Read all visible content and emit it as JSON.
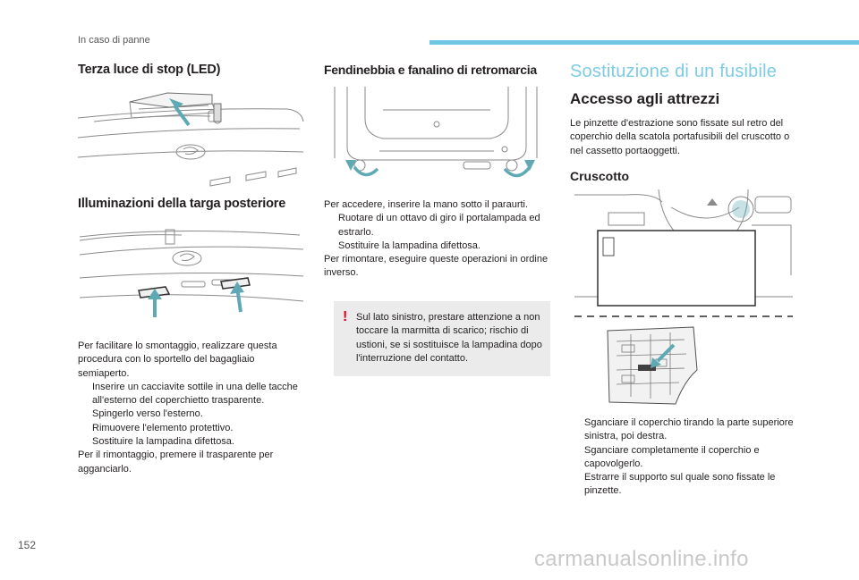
{
  "header": {
    "section": "In caso di panne"
  },
  "col1": {
    "title1": "Terza luce di stop (LED)",
    "title2": "Illuminazioni della targa posteriore",
    "steps": [
      {
        "type": "text",
        "text": "Per facilitare lo smontaggio, realizzare questa procedura con lo sportello del bagagliaio semiaperto."
      },
      {
        "type": "bullet",
        "mark": "",
        "text": "Inserire un cacciavite sottile in una delle tacche all'esterno del coperchietto trasparente."
      },
      {
        "type": "bullet",
        "mark": "",
        "text": "Spingerlo verso l'esterno."
      },
      {
        "type": "bullet",
        "mark": "",
        "text": "Rimuovere l'elemento protettivo."
      },
      {
        "type": "bullet",
        "mark": "",
        "text": "Sostituire la lampadina difettosa."
      },
      {
        "type": "text",
        "text": "Per il rimontaggio, premere il trasparente per agganciarlo."
      }
    ]
  },
  "col2": {
    "title": "Fendinebbia e fanalino di retromarcia",
    "steps": [
      {
        "type": "text",
        "text": "Per accedere, inserire la mano sotto il paraurti."
      },
      {
        "type": "bullet",
        "mark": "",
        "text": "Ruotare di un ottavo di giro il portalampada ed estrarlo."
      },
      {
        "type": "bullet",
        "mark": "",
        "text": "Sostituire la lampadina difettosa."
      },
      {
        "type": "text",
        "text": "Per rimontare, eseguire queste operazioni in ordine inverso."
      }
    ],
    "warning_mark": "!",
    "warning": "Sul lato sinistro, prestare attenzione a non toccare la marmitta di scarico; rischio di ustioni, se si sostituisce la lampadina dopo l'interruzione del contatto."
  },
  "col3": {
    "title": "Sostituzione di un fusibile",
    "subtitle": "Accesso agli attrezzi",
    "intro": "Le pinzette d'estrazione sono fissate sul retro del coperchio della scatola portafusibili del cruscotto o nel cassetto portaoggetti.",
    "subtitle2": "Cruscotto",
    "steps": [
      {
        "type": "bullet",
        "mark": "",
        "text": "Sganciare il coperchio tirando la parte superiore sinistra, poi destra."
      },
      {
        "type": "bullet",
        "mark": "",
        "text": "Sganciare completamente il coperchio e capovolgerlo."
      },
      {
        "type": "bullet",
        "mark": "",
        "text": "Estrarre il supporto sul quale sono fissate le pinzette."
      }
    ]
  },
  "page_number": "152",
  "watermark": "carmanualsonline.info",
  "colors": {
    "accent": "#6ec6e2",
    "arrow": "#5fa9b5",
    "warning": "#e2001a"
  }
}
